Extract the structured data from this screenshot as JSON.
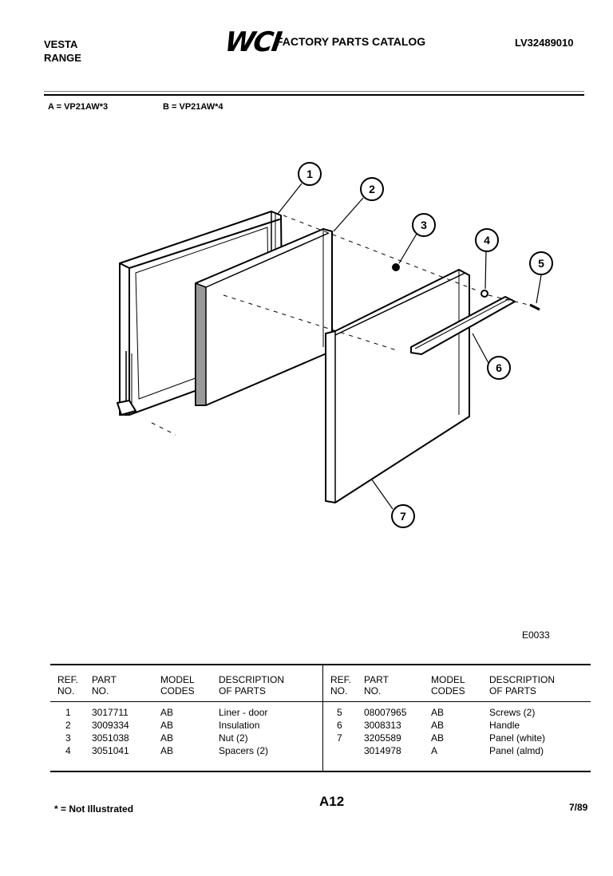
{
  "header": {
    "brand": "VESTA",
    "product": "RANGE",
    "logo_text": "WCI",
    "catalog_title": "FACTORY PARTS CATALOG",
    "catalog_number": "LV32489010",
    "model_a": "A = VP21AW*3",
    "model_b": "B = VP21AW*4"
  },
  "diagram": {
    "callouts": [
      "1",
      "2",
      "3",
      "4",
      "5",
      "6",
      "7"
    ],
    "figure_code": "E0033"
  },
  "parts_table": {
    "headers": {
      "ref": [
        "REF.",
        "NO."
      ],
      "part": [
        "PART",
        "NO."
      ],
      "model": [
        "MODEL",
        "CODES"
      ],
      "desc": [
        "DESCRIPTION",
        "OF PARTS"
      ]
    },
    "left": [
      {
        "ref": "1",
        "part": "3017711",
        "codes": "AB",
        "desc": "Liner - door"
      },
      {
        "ref": "2",
        "part": "3009334",
        "codes": "AB",
        "desc": "Insulation"
      },
      {
        "ref": "3",
        "part": "3051038",
        "codes": "AB",
        "desc": "Nut (2)"
      },
      {
        "ref": "4",
        "part": "3051041",
        "codes": "AB",
        "desc": "Spacers (2)"
      }
    ],
    "right": [
      {
        "ref": "5",
        "part": "08007965",
        "codes": "AB",
        "desc": "Screws (2)"
      },
      {
        "ref": "6",
        "part": "3008313",
        "codes": "AB",
        "desc": "Handle"
      },
      {
        "ref": "7",
        "part": "3205589",
        "codes": "AB",
        "desc": "Panel (white)"
      },
      {
        "ref": "",
        "part": "3014978",
        "codes": "A",
        "desc": "Panel (almd)"
      }
    ]
  },
  "footer": {
    "note": "* = Not Illustrated",
    "page": "A12",
    "date": "7/89"
  }
}
